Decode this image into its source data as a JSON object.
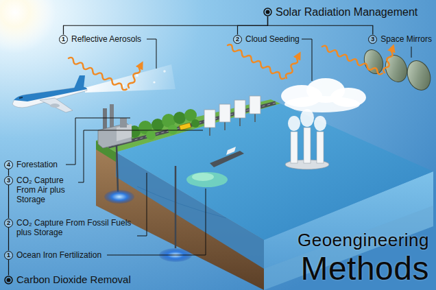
{
  "diagram": {
    "title": "Geoengineering Methods",
    "nodes": [
      {
        "text": [
          "Solar Radiation Management"
        ]
      },
      {
        "text": [
          "1",
          "Reflective Aerosols"
        ]
      },
      {
        "text": [
          "2",
          "Cloud Seeding"
        ]
      },
      {
        "text": [
          "3",
          "Space Mirrors"
        ]
      },
      {
        "text": [
          "4",
          "Forestation"
        ]
      },
      {
        "text": [
          "3",
          "CO₂ Capture From Air plus Storage"
        ]
      },
      {
        "text": [
          "2",
          "CO₂ Capture From Fossil Fuels plus Storage"
        ]
      },
      {
        "text": [
          "1",
          "Ocean Iron Fertilization"
        ]
      },
      {
        "text": [
          "Carbon Dioxide Removal"
        ]
      }
    ],
    "edges": [
      {
        "from": 0,
        "to": 1,
        "arrow": "none"
      },
      {
        "from": 0,
        "to": 2,
        "arrow": "none"
      },
      {
        "from": 0,
        "to": 3,
        "arrow": "none"
      },
      {
        "from": 8,
        "to": 7,
        "arrow": "none"
      },
      {
        "from": 7,
        "to": 6,
        "arrow": "none"
      },
      {
        "from": 6,
        "to": 5,
        "arrow": "none"
      },
      {
        "from": 5,
        "to": 4,
        "arrow": "none"
      }
    ]
  }
}
